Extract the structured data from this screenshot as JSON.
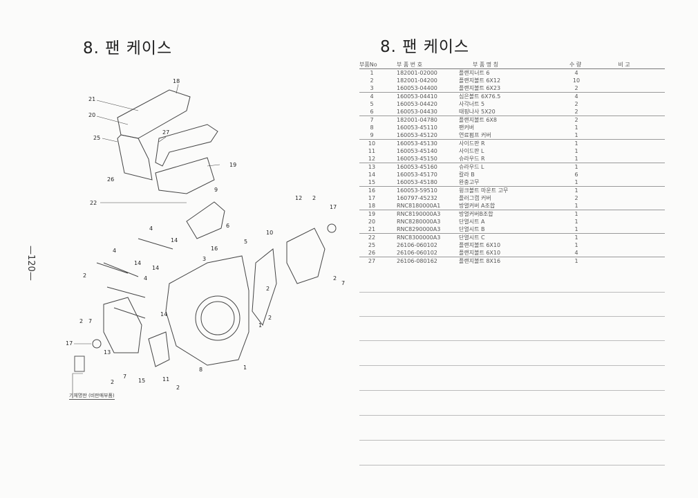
{
  "left_title": "8. 팬 케이스",
  "right_title": "8. 팬 케이스",
  "page_number": "—120—",
  "caption": "기체명판 (비판매부품)",
  "table": {
    "headers": [
      "부품No",
      "부 품 번 호",
      "부 품 명 칭",
      "수 량",
      "비 고"
    ],
    "rows": [
      {
        "no": "1",
        "part": "182001-02000",
        "name": "플랜지너트 6",
        "qty": "4"
      },
      {
        "no": "2",
        "part": "182001-04200",
        "name": "플랜지볼트 6X12",
        "qty": "10"
      },
      {
        "no": "3",
        "part": "160053-04400",
        "name": "플랜지볼트 6X23",
        "qty": "2"
      },
      {
        "no": "4",
        "part": "160053-04410",
        "name": "심은볼트 6X76.5",
        "qty": "4"
      },
      {
        "no": "5",
        "part": "160053-04420",
        "name": "사각너트 5",
        "qty": "2"
      },
      {
        "no": "6",
        "part": "160053-04430",
        "name": "태핑나사 5X20",
        "qty": "2"
      },
      {
        "no": "7",
        "part": "182001-04780",
        "name": "플랜지볼트 6X8",
        "qty": "2"
      },
      {
        "no": "8",
        "part": "160053-45110",
        "name": "팬커버",
        "qty": "1"
      },
      {
        "no": "9",
        "part": "160053-45120",
        "name": "연료펌프 커버",
        "qty": "1"
      },
      {
        "no": "10",
        "part": "160053-45130",
        "name": "사이드판 R",
        "qty": "1"
      },
      {
        "no": "11",
        "part": "160053-45140",
        "name": "사이드판 L",
        "qty": "1"
      },
      {
        "no": "12",
        "part": "160053-45150",
        "name": "슈라우드 R",
        "qty": "1"
      },
      {
        "no": "13",
        "part": "160053-45160",
        "name": "슈라우드 L",
        "qty": "1"
      },
      {
        "no": "14",
        "part": "160053-45170",
        "name": "칼라 B",
        "qty": "6"
      },
      {
        "no": "15",
        "part": "160053-45180",
        "name": "완충고무",
        "qty": "1"
      },
      {
        "no": "16",
        "part": "160053-59510",
        "name": "윙크볼트 마운트 고무",
        "qty": "1"
      },
      {
        "no": "17",
        "part": "160797-45232",
        "name": "플러그캡 커버",
        "qty": "2"
      },
      {
        "no": "18",
        "part": "RNC8180000A1",
        "name": "방열커버 A조합",
        "qty": "1"
      },
      {
        "no": "19",
        "part": "RNC8190000A3",
        "name": "방열커버B조합",
        "qty": "1"
      },
      {
        "no": "20",
        "part": "RNC8280000A3",
        "name": "단열시트 A",
        "qty": "1"
      },
      {
        "no": "21",
        "part": "RNC8290000A3",
        "name": "단열시트 B",
        "qty": "1"
      },
      {
        "no": "22",
        "part": "RNC8300000A3",
        "name": "단열시트 C",
        "qty": "1"
      },
      {
        "no": "25",
        "part": "26106-060102",
        "name": "플랜지볼트 6X10",
        "qty": "1"
      },
      {
        "no": "26",
        "part": "26106-060102",
        "name": "플랜지볼트 6X10",
        "qty": "4"
      },
      {
        "no": "27",
        "part": "26106-080162",
        "name": "플랜지볼트 8X16",
        "qty": "1"
      }
    ]
  },
  "callouts": [
    "18",
    "21",
    "20",
    "27",
    "25",
    "19",
    "26",
    "22",
    "9",
    "12",
    "2",
    "17",
    "6",
    "4",
    "14",
    "16",
    "10",
    "5",
    "3",
    "4",
    "14",
    "14",
    "4",
    "2",
    "2",
    "7",
    "2",
    "14",
    "1",
    "2",
    "17",
    "13",
    "7",
    "15",
    "11",
    "2",
    "8",
    "1",
    "2",
    "2",
    "7"
  ]
}
